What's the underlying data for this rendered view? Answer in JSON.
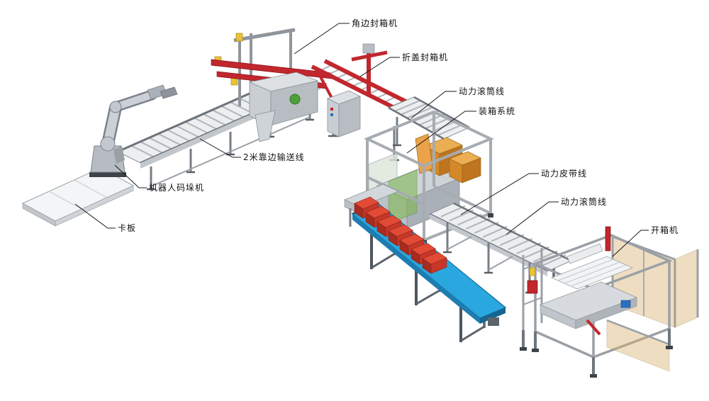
{
  "labels": [
    {
      "id": "corner-edge-sealer",
      "text": "角边封箱机"
    },
    {
      "id": "flap-fold-sealer",
      "text": "折盖封箱机"
    },
    {
      "id": "power-roller-line-a",
      "text": "动力滚筒线"
    },
    {
      "id": "case-packing-system",
      "text": "装箱系统"
    },
    {
      "id": "power-belt-line",
      "text": "动力皮带线"
    },
    {
      "id": "power-roller-line-b",
      "text": "动力滚筒线"
    },
    {
      "id": "case-erector",
      "text": "开箱机"
    },
    {
      "id": "edge-conveyor-2m",
      "text": "2米靠边输送线"
    },
    {
      "id": "robot-palletizer",
      "text": "机器人码垛机"
    },
    {
      "id": "pallet",
      "text": "卡板"
    }
  ],
  "colors": {
    "background": "#ffffff",
    "machine_red": "#c1272d",
    "belt_blue": "#2aa7df",
    "carton_orange": "#e0912f",
    "box_red": "#cf3a28",
    "panel_green": "#7ab648",
    "fence_tan": "#d8b06a",
    "frame_gray": "#aab0b6",
    "leader_line": "#1a1a1a"
  }
}
